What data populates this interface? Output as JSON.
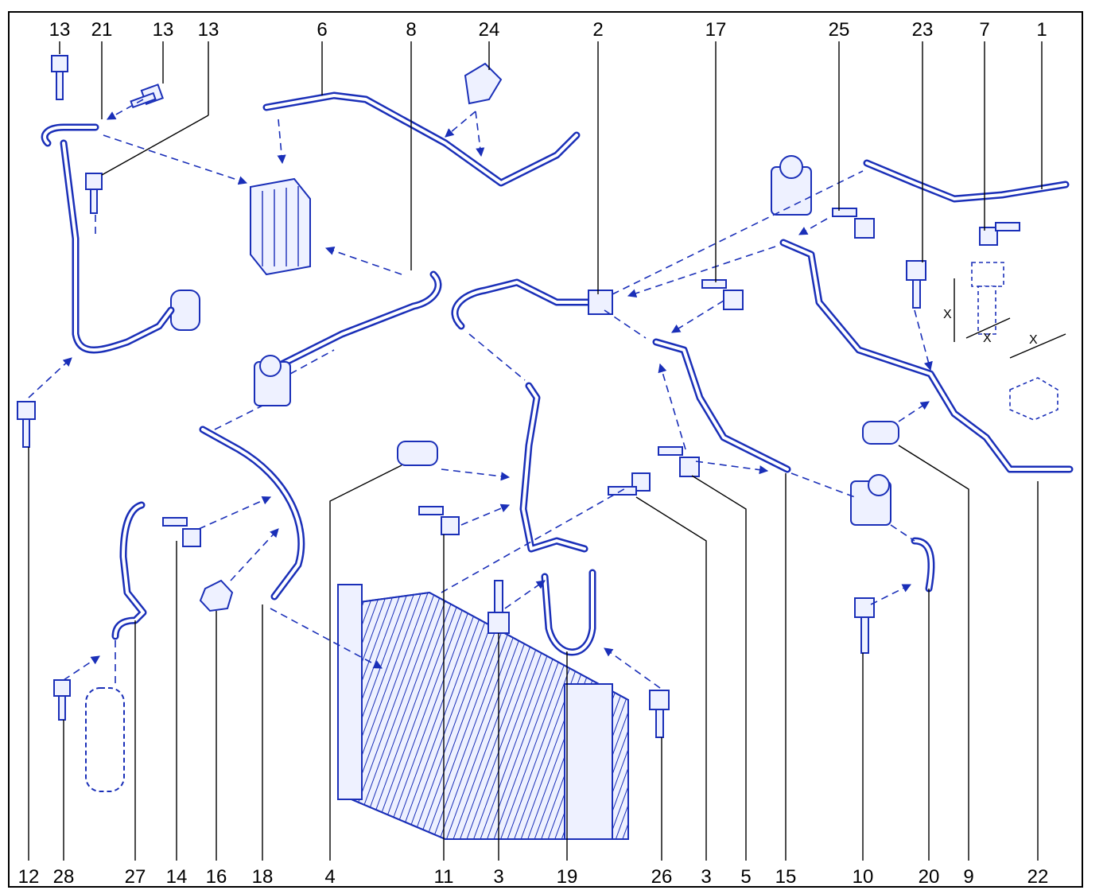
{
  "labels": {
    "top": [
      "13",
      "21",
      "13",
      "13",
      "6",
      "8",
      "24",
      "2",
      "17",
      "25",
      "23",
      "7",
      "1"
    ],
    "bottom": [
      "12",
      "28",
      "27",
      "14",
      "16",
      "18",
      "4",
      "11",
      "3",
      "19",
      "26",
      "3",
      "5",
      "15",
      "10",
      "20",
      "9",
      "22"
    ]
  },
  "dimension_label": "X",
  "colors": {
    "line": "#1a2fb8",
    "fill": "#eef1ff",
    "text": "#000000"
  }
}
